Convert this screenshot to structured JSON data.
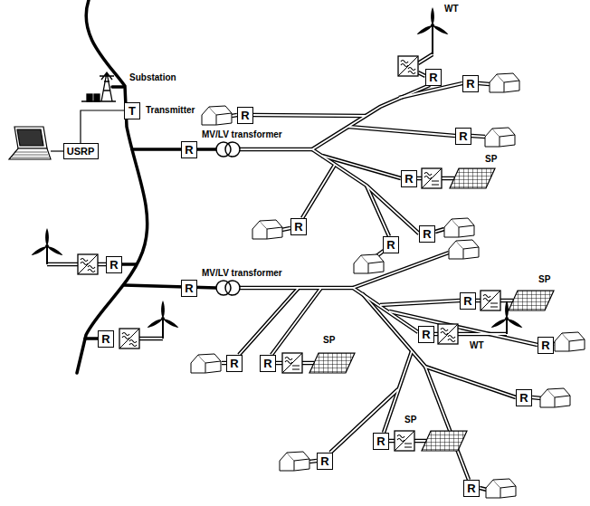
{
  "diagram": {
    "nodes": [
      {
        "text": [
          "T"
        ]
      },
      {
        "text": [
          "USRP"
        ]
      },
      {
        "text": [
          "R"
        ]
      },
      {
        "text": [
          "R"
        ]
      },
      {
        "text": [
          "R"
        ]
      },
      {
        "text": [
          "R"
        ]
      },
      {
        "text": [
          "R"
        ]
      },
      {
        "text": [
          "R"
        ]
      },
      {
        "text": [
          "R"
        ]
      },
      {
        "text": [
          "R"
        ]
      },
      {
        "text": [
          "R"
        ]
      },
      {
        "text": [
          "R"
        ]
      },
      {
        "text": [
          "R"
        ]
      },
      {
        "text": [
          "R"
        ]
      },
      {
        "text": [
          "R"
        ]
      },
      {
        "text": [
          "R"
        ]
      },
      {
        "text": [
          "R"
        ]
      },
      {
        "text": [
          "R"
        ]
      },
      {
        "text": [
          "R"
        ]
      },
      {
        "text": [
          "R"
        ]
      },
      {
        "text": [
          "R"
        ]
      },
      {
        "text": [
          "R"
        ]
      },
      {
        "text": [
          "R"
        ]
      }
    ],
    "edges": [
      {
        "from": 1,
        "to": 0,
        "arrow": "none"
      }
    ],
    "labels": [
      "WT",
      "Substation",
      "Transmitter",
      "MV/LV transformer",
      "SP",
      "MV/LV transformer",
      "SP",
      "WT",
      "SP",
      "SP"
    ]
  }
}
